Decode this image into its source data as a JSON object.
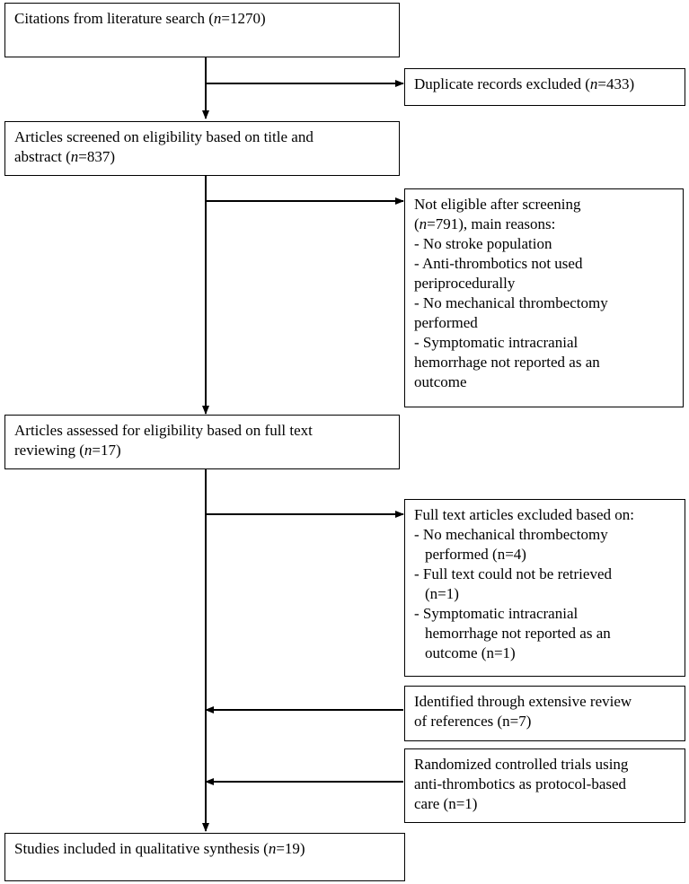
{
  "boxes": {
    "citations": {
      "prefix": "Citations from literature search (",
      "n": "n",
      "suffix": "=1270)"
    },
    "duplicates": {
      "prefix": "Duplicate records excluded (",
      "n": "n",
      "suffix": "=433)"
    },
    "screened": {
      "line1": "Articles screened on eligibility based on title and",
      "line2_prefix": "abstract (",
      "n": "n",
      "line2_suffix": "=837)"
    },
    "not_eligible": {
      "line1": "Not eligible after screening",
      "line2_prefix": "(",
      "n": "n",
      "line2_suffix": "=791), main reasons:",
      "reasons": [
        "- No stroke population",
        "- Anti-thrombotics not used",
        "periprocedurally",
        "- No mechanical thrombectomy",
        "performed",
        "- Symptomatic intracranial",
        "hemorrhage not reported as an",
        "outcome"
      ]
    },
    "full_text": {
      "line1": "Articles assessed for eligibility based on full text",
      "line2_prefix": "reviewing (",
      "n": "n",
      "line2_suffix": "=17)"
    },
    "excluded": {
      "line1": "Full text articles excluded based on:",
      "items": [
        {
          "text": "- No mechanical thrombectomy",
          "indent": false
        },
        {
          "text": "performed (n=4)",
          "indent": true
        },
        {
          "text": "- Full text could not be retrieved",
          "indent": false
        },
        {
          "text": "(n=1)",
          "indent": true
        },
        {
          "text": "- Symptomatic intracranial",
          "indent": false
        },
        {
          "text": "hemorrhage not reported as an",
          "indent": true
        },
        {
          "text": "outcome (n=1)",
          "indent": true
        }
      ]
    },
    "references": {
      "line1": "Identified through extensive review",
      "line2": "of references (n=7)"
    },
    "rct": {
      "line1": "Randomized controlled trials using",
      "line2": "anti-thrombotics as protocol-based",
      "line3": "care (n=1)"
    },
    "included": {
      "prefix": "Studies included in qualitative synthesis (",
      "n": "n",
      "suffix": "=19)"
    }
  }
}
